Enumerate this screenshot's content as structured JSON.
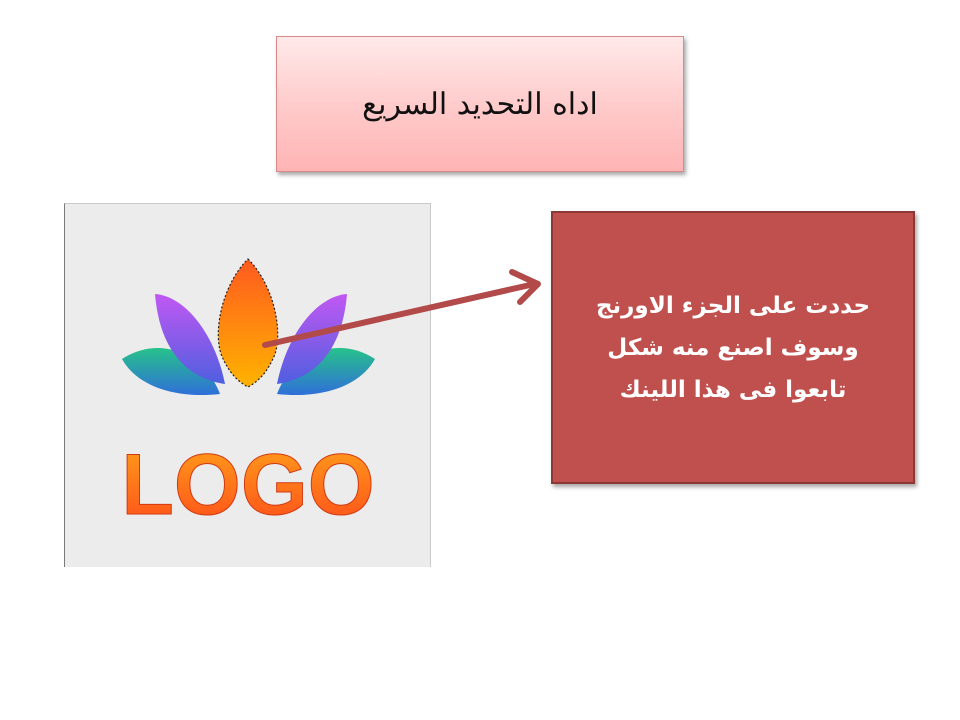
{
  "title": {
    "text": "اداه التحديد السريع"
  },
  "logo": {
    "text": "LOGO",
    "icon": "lotus-icon"
  },
  "note": {
    "lines": [
      "حددت على الجزء الاورنج",
      "وسوف اصنع منه شكل",
      "تابعوا فى هذا اللينك"
    ]
  },
  "colors": {
    "title_bg": "#ffc9c9",
    "note_bg": "#c0504d",
    "arrow": "#b24a4a",
    "logo_orange": "#ff6a1a",
    "logo_purple": "#8a5cf0",
    "logo_teal": "#1fb58f"
  }
}
